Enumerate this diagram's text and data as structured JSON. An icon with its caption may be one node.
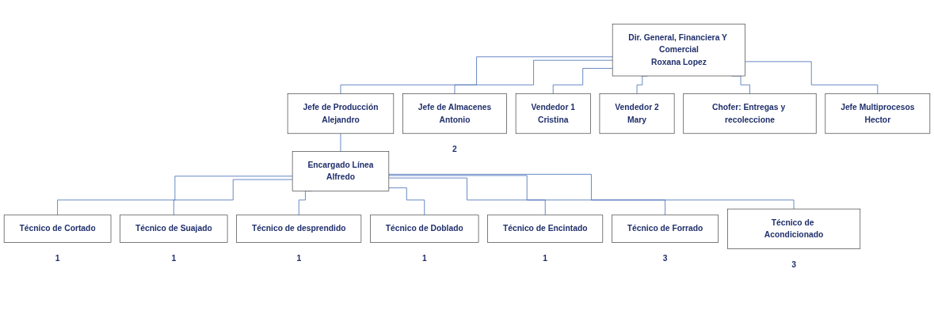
{
  "diagram": {
    "nodes": [
      {
        "text": [
          "Dir. General, Financiera Y Comercial",
          "Roxana Lopez"
        ]
      },
      {
        "text": [
          "Jefe de Producción",
          "Alejandro"
        ]
      },
      {
        "text": [
          "Jefe de Almacenes",
          "Antonio"
        ],
        "beside": [
          "2"
        ]
      },
      {
        "text": [
          "Vendedor 1",
          "Cristina"
        ]
      },
      {
        "text": [
          "Vendedor 2",
          "Mary"
        ]
      },
      {
        "text": [
          "Chofer: Entregas y recoleccione"
        ]
      },
      {
        "text": [
          "Jefe Multiprocesos",
          "Hector"
        ]
      },
      {
        "text": [
          "Encargado Línea",
          "Alfredo"
        ]
      },
      {
        "text": [
          "Técnico de Cortado"
        ],
        "beside": [
          "1"
        ]
      },
      {
        "text": [
          "Técnico de Suajado"
        ],
        "beside": [
          "1"
        ]
      },
      {
        "text": [
          "Técnico de desprendido"
        ],
        "beside": [
          "1"
        ]
      },
      {
        "text": [
          "Técnico de Doblado"
        ],
        "beside": [
          "1"
        ]
      },
      {
        "text": [
          "Técnico de Encintado"
        ],
        "beside": [
          "1"
        ]
      },
      {
        "text": [
          "Técnico de Forrado"
        ],
        "beside": [
          "3"
        ]
      },
      {
        "text": [
          "Técnico de Acondicionado"
        ],
        "beside": [
          "3"
        ]
      }
    ],
    "edges": [
      {
        "from": 0,
        "to": 1,
        "arrow": "none"
      },
      {
        "from": 0,
        "to": 2,
        "arrow": "none"
      },
      {
        "from": 0,
        "to": 3,
        "arrow": "none"
      },
      {
        "from": 0,
        "to": 4,
        "arrow": "none"
      },
      {
        "from": 0,
        "to": 5,
        "arrow": "none"
      },
      {
        "from": 0,
        "to": 6,
        "arrow": "none"
      },
      {
        "from": 1,
        "to": 7,
        "arrow": "none"
      },
      {
        "from": 7,
        "to": 8,
        "arrow": "none"
      },
      {
        "from": 7,
        "to": 9,
        "arrow": "none"
      },
      {
        "from": 7,
        "to": 10,
        "arrow": "none"
      },
      {
        "from": 7,
        "to": 11,
        "arrow": "none"
      },
      {
        "from": 7,
        "to": 12,
        "arrow": "none"
      },
      {
        "from": 7,
        "to": 13,
        "arrow": "none"
      },
      {
        "from": 7,
        "to": 14,
        "arrow": "none"
      }
    ]
  }
}
